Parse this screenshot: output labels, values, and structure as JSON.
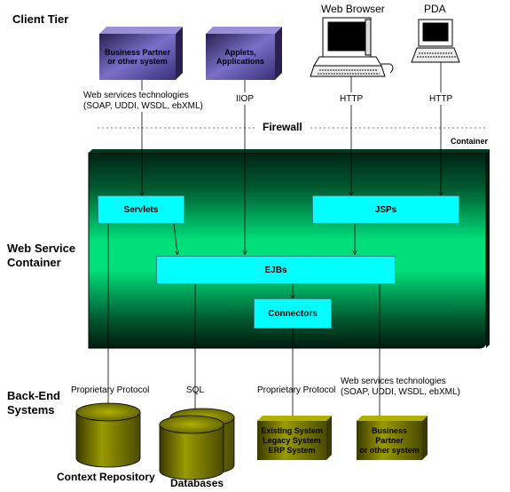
{
  "tiers": {
    "client": "Client Tier",
    "web_service_line1": "Web Service",
    "web_service_line2": "Container",
    "backend_line1": "Back-End",
    "backend_line2": "Systems"
  },
  "client_nodes": {
    "business_partner_line1": "Business Partner",
    "business_partner_line2": "or other system",
    "applets_line1": "Applets,",
    "applets_line2": "Applications",
    "web_browser": "Web Browser",
    "pda": "PDA"
  },
  "protocols": {
    "ws_tech_line1": "Web services technologies",
    "ws_tech_line2": "(SOAP, UDDI, WSDL, ebXML)",
    "iiop": "IIOP",
    "http_browser": "HTTP",
    "http_pda": "HTTP",
    "firewall": "Firewall",
    "container": "Container"
  },
  "components": {
    "servlets": "Servlets",
    "jsps": "JSPs",
    "ejbs": "EJBs",
    "connectors": "Connectors"
  },
  "backend_protocols": {
    "proprietary1": "Proprietary Protocol",
    "sql": "SQL",
    "proprietary2": "Proprietary Protocol",
    "ws_tech_line1": "Web services technologies",
    "ws_tech_line2": "(SOAP, UDDI, WSDL, ebXML)"
  },
  "backend_nodes": {
    "context_repository": "Context Repository",
    "databases": "Databases",
    "existing_line1": "Existing System",
    "existing_line2": "Legacy System",
    "existing_line3": "ERP System",
    "partner_line1": "Business",
    "partner_line2": "Partner",
    "partner_line3": "or other system"
  },
  "colors": {
    "client_box": "#5c4fa8",
    "container_green": "#00e07a",
    "component_cyan": "#00ffff",
    "backend_olive": "#8c8c00"
  }
}
